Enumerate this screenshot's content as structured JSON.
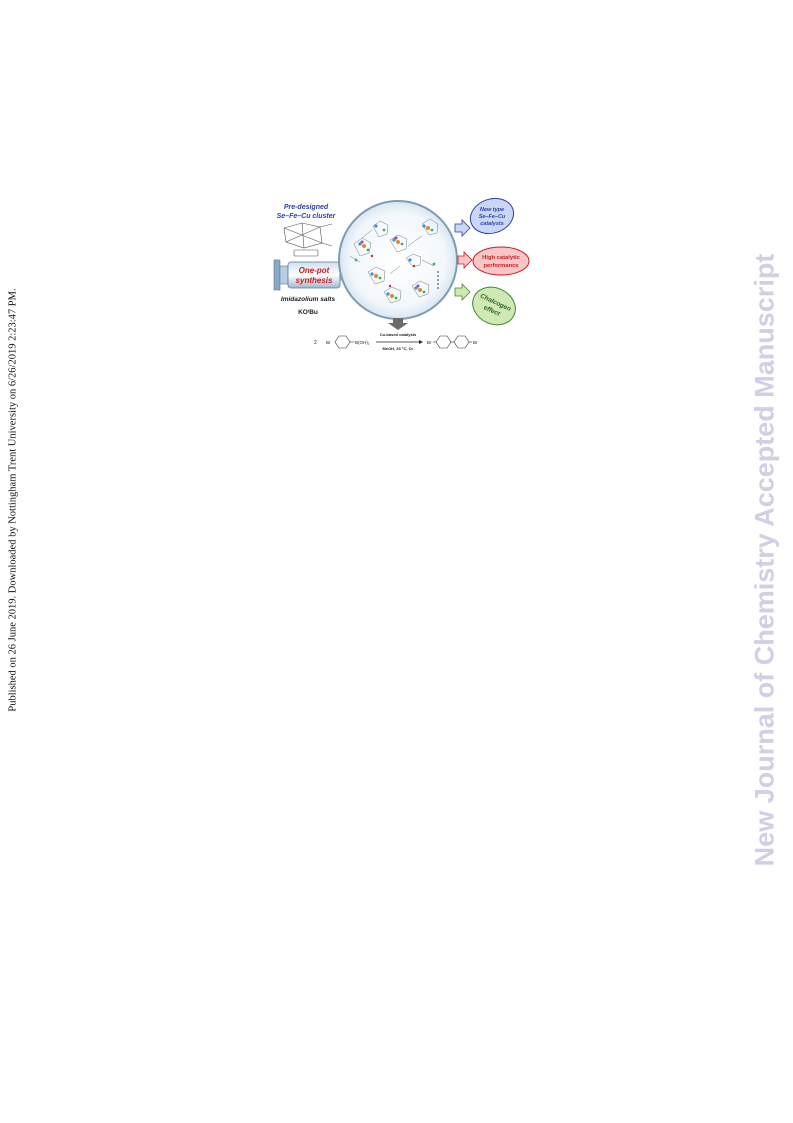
{
  "margin_note": "Published on 26 June 2019. Downloaded by Nottingham Trent University on 6/26/2019 2:23:47 PM.",
  "watermark": {
    "text": "New Journal of Chemistry Accepted Manuscript",
    "color": "#cfcfe6"
  },
  "graphic": {
    "left_panel": {
      "heading_line1": "Pre-designed",
      "heading_line2": "Se–Fe–Cu cluster",
      "syringe_line1": "One-pot",
      "syringe_line2": "synthesis",
      "reagent1": "Imidazolium salts",
      "reagent2": "KOᵗBu"
    },
    "bubbles": {
      "top_line1": "New type",
      "top_line2": "Se–Fe–Cu",
      "top_line3": "catalysts",
      "middle_line1": "High catalytic",
      "middle_line2": "performance",
      "bottom_line1": "Chalcogen",
      "bottom_line2": "effect"
    },
    "reaction": {
      "coefficient": "2",
      "reactant_group": "B(OH)₂",
      "halogen_left": "Br",
      "halogen_right": "Br",
      "arrow_top": "Cu-based catalysts",
      "arrow_bottom": "MeOH, 25 °C, O₂"
    },
    "colors": {
      "blue": "#2a3fa8",
      "red": "#d01a1a",
      "green_bubble": "#cfe8b6",
      "blue_bubble": "#c9d6f5",
      "red_bubble": "#f7c7c7"
    }
  }
}
